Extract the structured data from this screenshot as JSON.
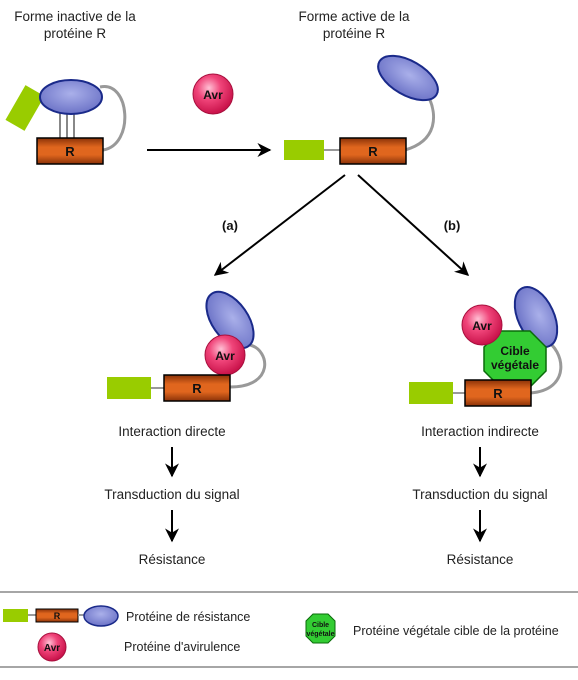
{
  "titles": {
    "inactive": [
      "Forme inactive de la",
      "protéine R"
    ],
    "active": [
      "Forme active de la",
      "protéine R"
    ]
  },
  "labels": {
    "avr": "Avr",
    "r": "R",
    "branch_a": "(a)",
    "branch_b": "(b)",
    "cible": [
      "Cible",
      "végétale"
    ]
  },
  "pathway_a": [
    "Interaction directe",
    "Transduction du signal",
    "Résistance"
  ],
  "pathway_b": [
    "Interaction indirecte",
    "Transduction du signal",
    "Résistance"
  ],
  "legend": {
    "resistance": "Protéine de résistance",
    "avirulence": "Protéine d'avirulence",
    "cible": "Protéine végétale cible de la protéine",
    "cible_icon": [
      "Cible",
      "végétale"
    ]
  },
  "colors": {
    "green": "#99cc00",
    "blue": "#7b82d0",
    "pink": "#ea1f5c",
    "orange": "#d45a16",
    "cible_green": "#33cc33",
    "linker": "#999999"
  }
}
